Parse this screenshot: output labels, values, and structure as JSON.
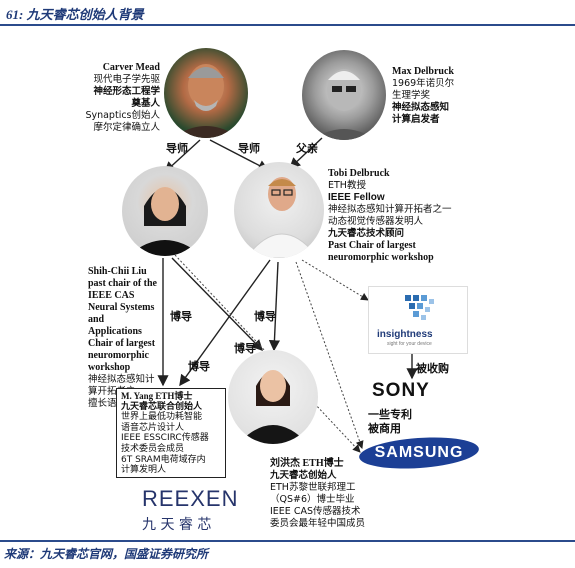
{
  "header": {
    "title": "61:  九天睿芯创始人背景"
  },
  "footer": {
    "source": "来源：九天睿芯官网，国盛证券研究所"
  },
  "people": {
    "mead": {
      "name": "Carver Mead",
      "lines": [
        "现代电子学先驱",
        "神经形态工程学",
        "奠基人",
        "Synaptics创始人",
        "摩尔定律确立人"
      ]
    },
    "delbruck_max": {
      "name": "Max Delbruck",
      "lines": [
        "1969年诺贝尔",
        "生理学奖",
        "神经拟态感知",
        "计算启发者"
      ]
    },
    "tobi": {
      "name": "Tobi Delbruck",
      "lines": [
        "ETH教授",
        "IEEE Fellow",
        "神经拟态感知计算开拓者之一",
        "动态视觉传感器发明人",
        "九天睿芯技术顾问",
        "Past Chair of largest",
        "neuromorphic workshop"
      ]
    },
    "liu": {
      "lines": [
        "Shih-Chii Liu",
        "past chair of the",
        "IEEE CAS",
        "Neural Systems",
        "and",
        "Applications",
        "Chair of largest",
        "neuromorphic",
        "workshop",
        "神经拟态感知计",
        "算开拓者之一",
        "擅长语音处理"
      ]
    },
    "yang": {
      "lines": [
        "M. Yang ETH博士",
        "九天睿芯联合创始人",
        "世界上最低功耗智能",
        "语音芯片设计人",
        "IEEE ESSCIRC传感器",
        "技术委员会成员",
        "6T SRAM电荷域存内",
        "计算发明人"
      ]
    },
    "liu_hongjie": {
      "lines": [
        "刘洪杰 ETH博士",
        "九天睿芯创始人",
        "ETH苏黎世联邦理工",
        "（QS#6）博士毕业",
        "IEEE CAS传感器技术",
        "委员会最年轻中国成员"
      ]
    }
  },
  "edges": {
    "mentor1": "导师",
    "mentor2": "导师",
    "father": "父亲",
    "phd1": "博导",
    "phd2": "博导",
    "phd3": "博导",
    "phd4": "博导",
    "acquired": "被收购",
    "patents": [
      "一些专利",
      "被商用"
    ]
  },
  "companies": {
    "insightness": "insightness",
    "insightness_tag": "sight for your device",
    "sony": "SONY",
    "samsung": "SAMSUNG",
    "reexen": "REEXEN",
    "reexen_cn": "九 天 睿 芯"
  },
  "colors": {
    "header_blue": "#1f3a78",
    "samsung_blue": "#1c3f95",
    "reexen_red": "#c0282d",
    "reexen_navy": "#26346b"
  }
}
